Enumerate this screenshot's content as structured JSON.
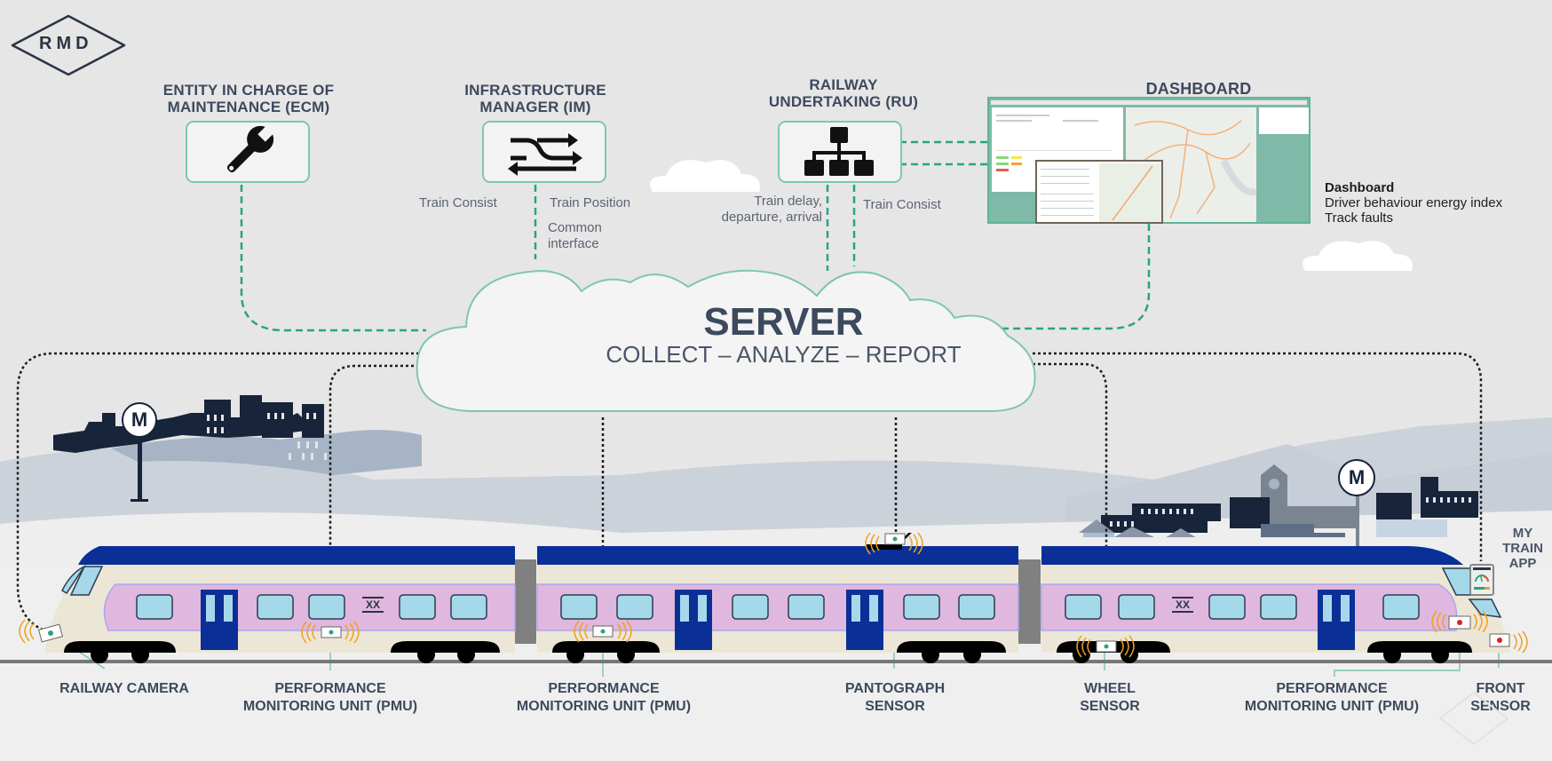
{
  "logo": {
    "text": "RMD"
  },
  "entities": [
    {
      "id": "ecm",
      "title_line1": "ENTITY IN CHARGE OF",
      "title_line2": "MAINTENANCE (ECM)",
      "icon": "wrench-icon"
    },
    {
      "id": "im",
      "title_line1": "INFRASTRUCTURE",
      "title_line2": "MANAGER (IM)",
      "icon": "shuffle-arrows-icon"
    },
    {
      "id": "ru",
      "title_line1": "RAILWAY",
      "title_line2": "UNDERTAKING (RU)",
      "icon": "hierarchy-icon"
    },
    {
      "id": "dashboard",
      "title_line1": "DASHBOARD",
      "title_line2": "",
      "icon": "dashboard-screenshot"
    }
  ],
  "flows": {
    "im_left": "Train Consist",
    "im_right": "Train Position",
    "im_common_1": "Common",
    "im_common_2": "interface",
    "ru_left_1": "Train delay,",
    "ru_left_2": "departure, arrival",
    "ru_right": "Train Consist"
  },
  "dashboard_notes": {
    "title": "Dashboard",
    "items": [
      "Driver behaviour energy index",
      "Track faults"
    ]
  },
  "server": {
    "title": "SERVER",
    "subtitle": "COLLECT – ANALYZE – REPORT"
  },
  "app": {
    "line1": "MY",
    "line2": "TRAIN",
    "line3": "APP"
  },
  "train": {
    "car_marking": "XX",
    "station_sign": "M"
  },
  "sensors": [
    {
      "id": "camera",
      "line1": "RAILWAY CAMERA",
      "line2": ""
    },
    {
      "id": "pmu1",
      "line1": "PERFORMANCE",
      "line2": "MONITORING UNIT (PMU)"
    },
    {
      "id": "pmu2",
      "line1": "PERFORMANCE",
      "line2": "MONITORING UNIT (PMU)"
    },
    {
      "id": "pantograph",
      "line1": "PANTOGRAPH",
      "line2": "SENSOR"
    },
    {
      "id": "wheel",
      "line1": "WHEEL",
      "line2": "SENSOR"
    },
    {
      "id": "pmu3",
      "line1": "PERFORMANCE",
      "line2": "MONITORING UNIT (PMU)"
    },
    {
      "id": "front",
      "line1": "FRONT",
      "line2": "SENSOR"
    }
  ],
  "colors": {
    "accent_green": "#2aa37f",
    "box_border": "#7fc7ab",
    "text_dark": "#3d4a5e",
    "train_blue": "#0a2f97",
    "train_pink": "#e0b7de",
    "train_cream": "#ece6d6",
    "window_blue": "#a5d9ea",
    "signal_orange": "#f0a020",
    "sensor_red": "#e02020"
  }
}
